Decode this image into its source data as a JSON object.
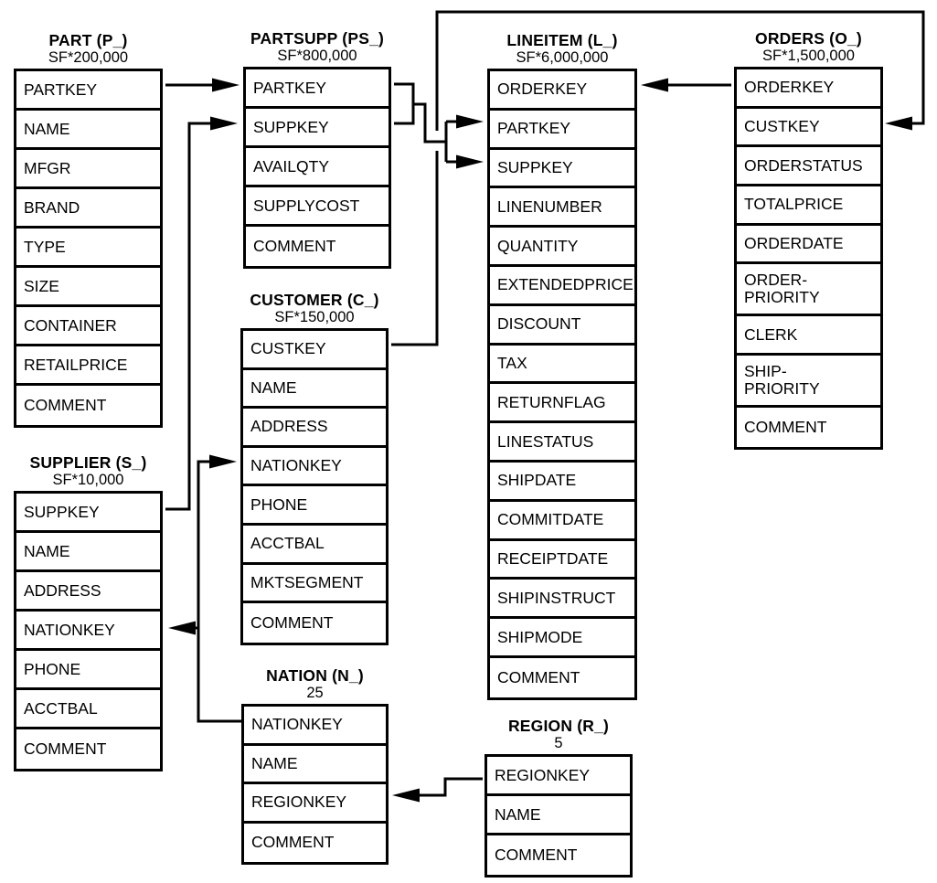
{
  "diagram": {
    "tables": [
      {
        "id": "part",
        "name": "PART (P_)",
        "scale": "SF*200,000",
        "columns": [
          "PARTKEY",
          "NAME",
          "MFGR",
          "BRAND",
          "TYPE",
          "SIZE",
          "CONTAINER",
          "RETAILPRICE",
          "COMMENT"
        ]
      },
      {
        "id": "partsupp",
        "name": "PARTSUPP (PS_)",
        "scale": "SF*800,000",
        "columns": [
          "PARTKEY",
          "SUPPKEY",
          "AVAILQTY",
          "SUPPLYCOST",
          "COMMENT"
        ]
      },
      {
        "id": "lineitem",
        "name": "LINEITEM (L_)",
        "scale": "SF*6,000,000",
        "columns": [
          "ORDERKEY",
          "PARTKEY",
          "SUPPKEY",
          "LINENUMBER",
          "QUANTITY",
          "EXTENDEDPRICE",
          "DISCOUNT",
          "TAX",
          "RETURNFLAG",
          "LINESTATUS",
          "SHIPDATE",
          "COMMITDATE",
          "RECEIPTDATE",
          "SHIPINSTRUCT",
          "SHIPMODE",
          "COMMENT"
        ]
      },
      {
        "id": "orders",
        "name": "ORDERS (O_)",
        "scale": "SF*1,500,000",
        "columns": [
          "ORDERKEY",
          "CUSTKEY",
          "ORDERSTATUS",
          "TOTALPRICE",
          "ORDERDATE",
          "ORDER-\nPRIORITY",
          "CLERK",
          "SHIP-\nPRIORITY",
          "COMMENT"
        ]
      },
      {
        "id": "supplier",
        "name": "SUPPLIER (S_)",
        "scale": "SF*10,000",
        "columns": [
          "SUPPKEY",
          "NAME",
          "ADDRESS",
          "NATIONKEY",
          "PHONE",
          "ACCTBAL",
          "COMMENT"
        ]
      },
      {
        "id": "customer",
        "name": "CUSTOMER (C_)",
        "scale": "SF*150,000",
        "columns": [
          "CUSTKEY",
          "NAME",
          "ADDRESS",
          "NATIONKEY",
          "PHONE",
          "ACCTBAL",
          "MKTSEGMENT",
          "COMMENT"
        ]
      },
      {
        "id": "nation",
        "name": "NATION (N_)",
        "scale": "25",
        "columns": [
          "NATIONKEY",
          "NAME",
          "REGIONKEY",
          "COMMENT"
        ]
      },
      {
        "id": "region",
        "name": "REGION (R_)",
        "scale": "5",
        "columns": [
          "REGIONKEY",
          "NAME",
          "COMMENT"
        ]
      }
    ],
    "relationships": [
      {
        "id": "part-partsupp",
        "from": "PART.PARTKEY",
        "to": "PARTSUPP.PARTKEY"
      },
      {
        "id": "supplier-partsupp",
        "from": "SUPPLIER.SUPPKEY",
        "to": "PARTSUPP.SUPPKEY"
      },
      {
        "id": "partsupp-lineitem",
        "from": "PARTSUPP.PARTKEY/SUPPKEY",
        "to": "LINEITEM.PARTKEY/SUPPKEY"
      },
      {
        "id": "orders-lineitem",
        "from": "ORDERS.ORDERKEY",
        "to": "LINEITEM.ORDERKEY"
      },
      {
        "id": "customer-orders",
        "from": "CUSTOMER.CUSTKEY",
        "to": "ORDERS.CUSTKEY"
      },
      {
        "id": "nation-customer",
        "from": "NATION.NATIONKEY",
        "to": "CUSTOMER.NATIONKEY"
      },
      {
        "id": "nation-supplier",
        "from": "NATION.NATIONKEY",
        "to": "SUPPLIER.NATIONKEY"
      },
      {
        "id": "region-nation",
        "from": "REGION.REGIONKEY",
        "to": "NATION.REGIONKEY"
      }
    ],
    "colors": {
      "line": "#000000",
      "background": "#ffffff",
      "text": "#000000"
    }
  }
}
